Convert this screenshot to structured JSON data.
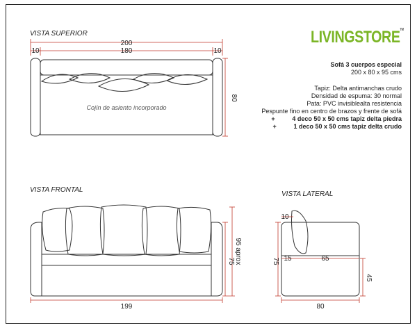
{
  "views": {
    "top": "VISTA SUPERIOR",
    "front": "VISTA FRONTAL",
    "side": "VISTA LATERAL"
  },
  "logo": {
    "part1": "LIVING",
    "part2": "STORE",
    "tm": "TM"
  },
  "product": {
    "title": "Sofá 3 cuerpos especial",
    "size": "200 x 80 x 95 cms",
    "tapiz": "Tapiz: Delta antimanchas crudo",
    "densidad": "Densidad de espuma: 30 normal",
    "pata": "Pata: PVC invisiblealta resistencia",
    "pespunte": "Pespunte fino en centro de brazos y frente de sofá",
    "deco1_sign": "+",
    "deco1": "4 deco 50 x 50 cms tapiz delta piedra",
    "deco2_sign": "+",
    "deco2": "1 deco 50 x 50 cms tapiz delta crudo"
  },
  "top_view": {
    "total_width": "200",
    "arm_left": "10",
    "seat_width": "180",
    "arm_right": "10",
    "depth": "80",
    "caption": "Cojín de asiento incorporado"
  },
  "front_view": {
    "width": "199",
    "seat_height": "75",
    "total_height": "95 aprox"
  },
  "side_view": {
    "back_thickness": "10",
    "back_offset": "15",
    "seat_depth": "65",
    "height": "75",
    "seat_height": "45",
    "depth": "80"
  }
}
